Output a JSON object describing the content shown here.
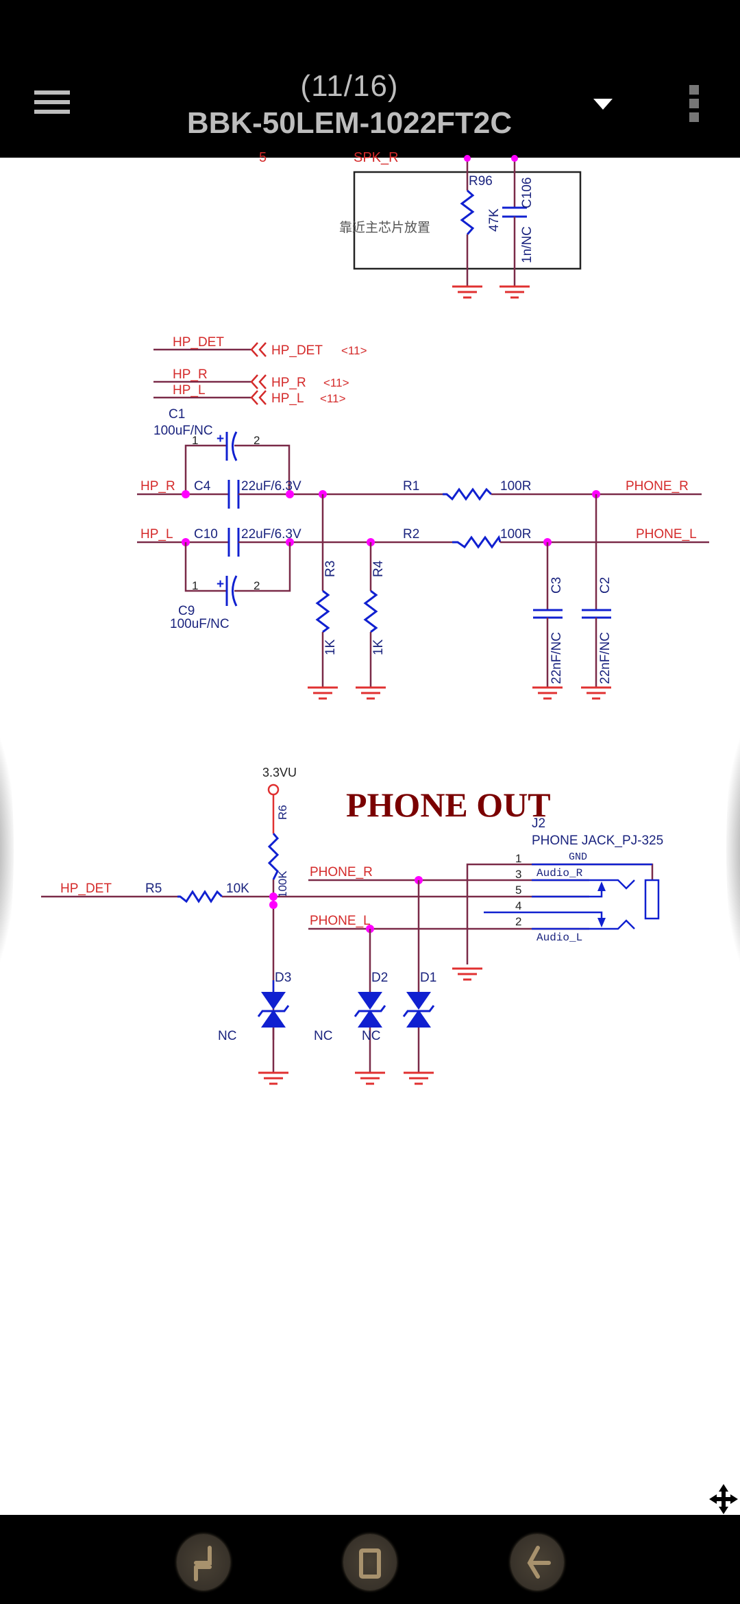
{
  "header": {
    "page_indicator": "(11/16)",
    "document_title": "BBK-50LEM-1022FT2C",
    "menu_icon": "hamburger-menu-icon",
    "dropdown_icon": "triangle-down-icon",
    "overflow_icon": "vertical-overflow-icon"
  },
  "schematic": {
    "colors": {
      "wire": "#7a2a48",
      "pin": "#e03030",
      "component": "#1020d0",
      "junction": "#ff00ff",
      "net_label": "#d42a2a",
      "ref_label": "#1a237e",
      "title": "#7a0000",
      "box": "#222222",
      "note": "#555555"
    },
    "top_partial": {
      "left_fragment": "5",
      "net_fragment": "SPK_R"
    },
    "placement_box": {
      "note": "靠近主芯片放置",
      "resistor_ref": "R96",
      "resistor_value": "47K",
      "cap_ref": "C106",
      "cap_value": "1n/NC"
    },
    "ports": [
      {
        "wire_label": "HP_DET",
        "port_label": "HP_DET",
        "page_ref": "<11>"
      },
      {
        "wire_label": "HP_R",
        "port_label": "HP_R",
        "page_ref": "<11>"
      },
      {
        "wire_label": "HP_L",
        "port_label": "HP_L",
        "page_ref": "<11>"
      }
    ],
    "filter": {
      "c1": {
        "ref": "C1",
        "value": "100uF/NC",
        "pin1": "1",
        "pin2": "2",
        "polarity": "+"
      },
      "c9": {
        "ref": "C9",
        "value": "100uF/NC",
        "pin1": "1",
        "pin2": "2",
        "polarity": "+"
      },
      "c4": {
        "ref": "C4",
        "value": "22uF/6.3V"
      },
      "c10": {
        "ref": "C10",
        "value": "22uF/6.3V"
      },
      "hp_r": "HP_R",
      "hp_l": "HP_L",
      "r1": {
        "ref": "R1",
        "value": "100R"
      },
      "r2": {
        "ref": "R2",
        "value": "100R"
      },
      "r3": {
        "ref": "R3",
        "value": "1K"
      },
      "r4": {
        "ref": "R4",
        "value": "1K"
      },
      "c3": {
        "ref": "C3",
        "value": "22nF/NC"
      },
      "c2": {
        "ref": "C2",
        "value": "22nF/NC"
      },
      "phone_r": "PHONE_R",
      "phone_l": "PHONE_L"
    },
    "phone_out": {
      "title": "PHONE OUT",
      "supply": "3.3VU",
      "r6": {
        "ref": "R6",
        "value": "100K"
      },
      "r5": {
        "ref": "R5",
        "value": "10K"
      },
      "hp_det": "HP_DET",
      "phone_r": "PHONE_R",
      "phone_l": "PHONE_L",
      "jack": {
        "ref": "J2",
        "part": "PHONE JACK_PJ-325",
        "pins": [
          "1",
          "3",
          "5",
          "4",
          "2"
        ],
        "gnd_label": "GND",
        "audio_r_label": "Audio_R",
        "audio_l_label": "Audio_L"
      },
      "diodes": [
        {
          "ref": "D3",
          "value": "NC"
        },
        {
          "ref": "D2",
          "value": "NC"
        },
        {
          "ref": "D1",
          "value": "NC"
        }
      ]
    }
  },
  "viewer": {
    "pan_icon": "move-arrows-icon"
  },
  "navbar": {
    "recent_icon": "recent-apps-icon",
    "home_icon": "home-icon",
    "back_icon": "back-arrow-icon"
  }
}
